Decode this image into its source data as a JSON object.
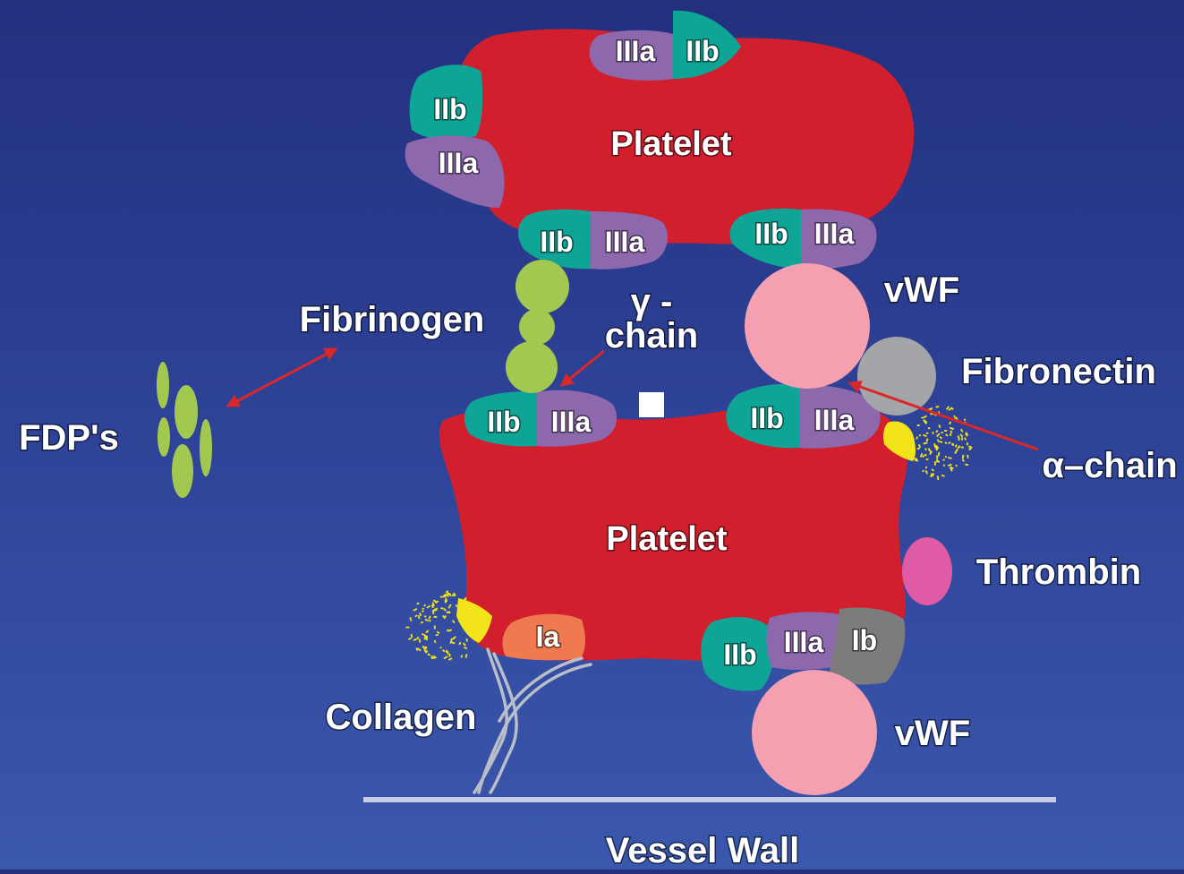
{
  "colors": {
    "platelet": "#d11f2e",
    "iib": "#0ea596",
    "iiia": "#8e68ad",
    "ib": "#7c7c7c",
    "ia": "#f07a4f",
    "fibrinogen": "#a3c84f",
    "vwf": "#f4a0b1",
    "fibronectin": "#a3a5a8",
    "thrombin": "#e05aa5",
    "granule": "#f2e418",
    "arrow": "#d9282c",
    "vessel_wall": "#c8cde6"
  },
  "labels": {
    "platelet_top": "Platelet",
    "platelet_bottom": "Platelet",
    "fibrinogen": "Fibrinogen",
    "fdps": "FDP's",
    "gamma_chain_line1": "γ -",
    "gamma_chain_line2": "chain",
    "vwf_top": "vWF",
    "vwf_bottom": "vWF",
    "fibronectin": "Fibronectin",
    "alpha_chain": "α–chain",
    "thrombin": "Thrombin",
    "collagen": "Collagen",
    "vessel_wall": "Vessel Wall"
  },
  "receptors": {
    "top_iiia": "IIIa",
    "top_iib": "IIb",
    "left_iib": "IIb",
    "left_iiia": "IIIa",
    "up_bl_iib": "IIb",
    "up_bl_iiia": "IIIa",
    "up_br_iib": "IIb",
    "up_br_iiia": "IIIa",
    "lo_tl_iib": "IIb",
    "lo_tl_iiia": "IIIa",
    "lo_tr_iib": "IIb",
    "lo_tr_iiia": "IIIa",
    "bot_iib": "IIb",
    "bot_iiia": "IIIa",
    "bot_ib": "Ib",
    "ia": "Ia"
  }
}
